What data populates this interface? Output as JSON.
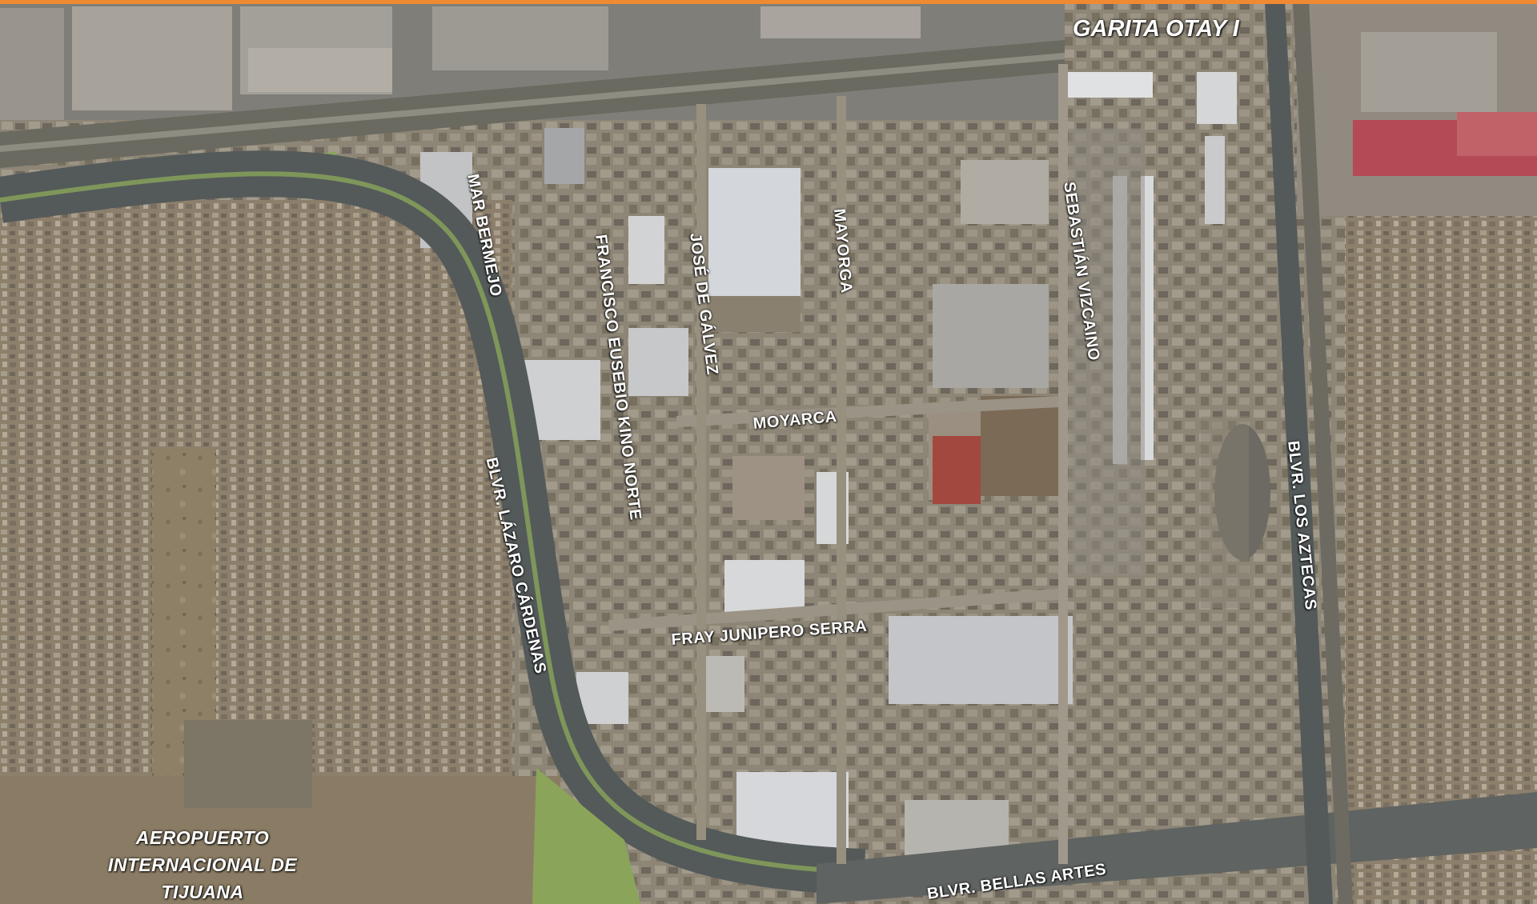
{
  "map": {
    "colors": {
      "top_bar": "#f08a32",
      "label_text": "#ffffff",
      "road": "#545a5a",
      "median_green": "#8aa55a"
    },
    "border_crossing_label": "GARITA OTAY I",
    "airport_label": "AEROPUERTO INTERNACIONAL DE TIJUANA",
    "streets": {
      "mar_bermejo": "MAR BERMEJO",
      "francisco_eusebio_kino_norte": "FRANCISCO EUSEBIO KINO NORTE",
      "jose_de_galvez": "JOSÉ DE GÁLVEZ",
      "mayorga": "MAYORGA",
      "sebastian_vizcaino": "SEBASTIÁN VIZCAINO",
      "moyarca": "MOYARCA",
      "blvr_lazaro_cardenas": "BLVR. LÁZARO CÁRDENAS",
      "fray_junipero_serra": "FRAY JUNIPERO SERRA",
      "blvr_los_aztecas": "BLVR. LOS AZTECAS",
      "blvr_bellas_artes": "BLVR. BELLAS ARTES"
    }
  }
}
